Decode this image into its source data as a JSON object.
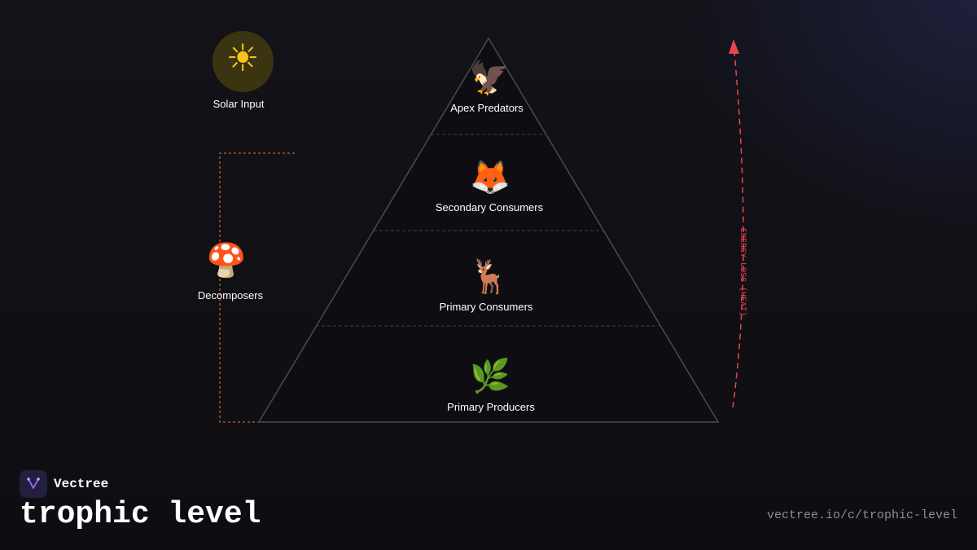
{
  "diagram": {
    "levels": [
      {
        "label": "Apex Predators",
        "icon": "eagle-icon",
        "glyph": "🦅"
      },
      {
        "label": "Secondary Consumers",
        "icon": "fox-icon",
        "glyph": "🦊"
      },
      {
        "label": "Primary Consumers",
        "icon": "deer-icon",
        "glyph": "🦌"
      },
      {
        "label": "Primary Producers",
        "icon": "herb-icon",
        "glyph": "🌿"
      }
    ],
    "solar": {
      "label": "Solar Input",
      "icon": "sun-icon",
      "glyph": "☀"
    },
    "decomposers": {
      "label": "Decomposers",
      "icon": "mushroom-icon",
      "glyph": "🍄"
    },
    "energy_loss_label": "ENERGY LOSS (HEAT)"
  },
  "footer": {
    "brand": "Vectree",
    "title": "trophic level",
    "url": "vectree.io/c/trophic-level"
  },
  "colors": {
    "background": "#0f0f13",
    "pyramid_stroke": "#4a4a50",
    "energy_loss": "#e8474c",
    "decomposer_link": "#c0622a",
    "sun_disc": "#3a3410",
    "brand_accent": "#9b5de5"
  }
}
